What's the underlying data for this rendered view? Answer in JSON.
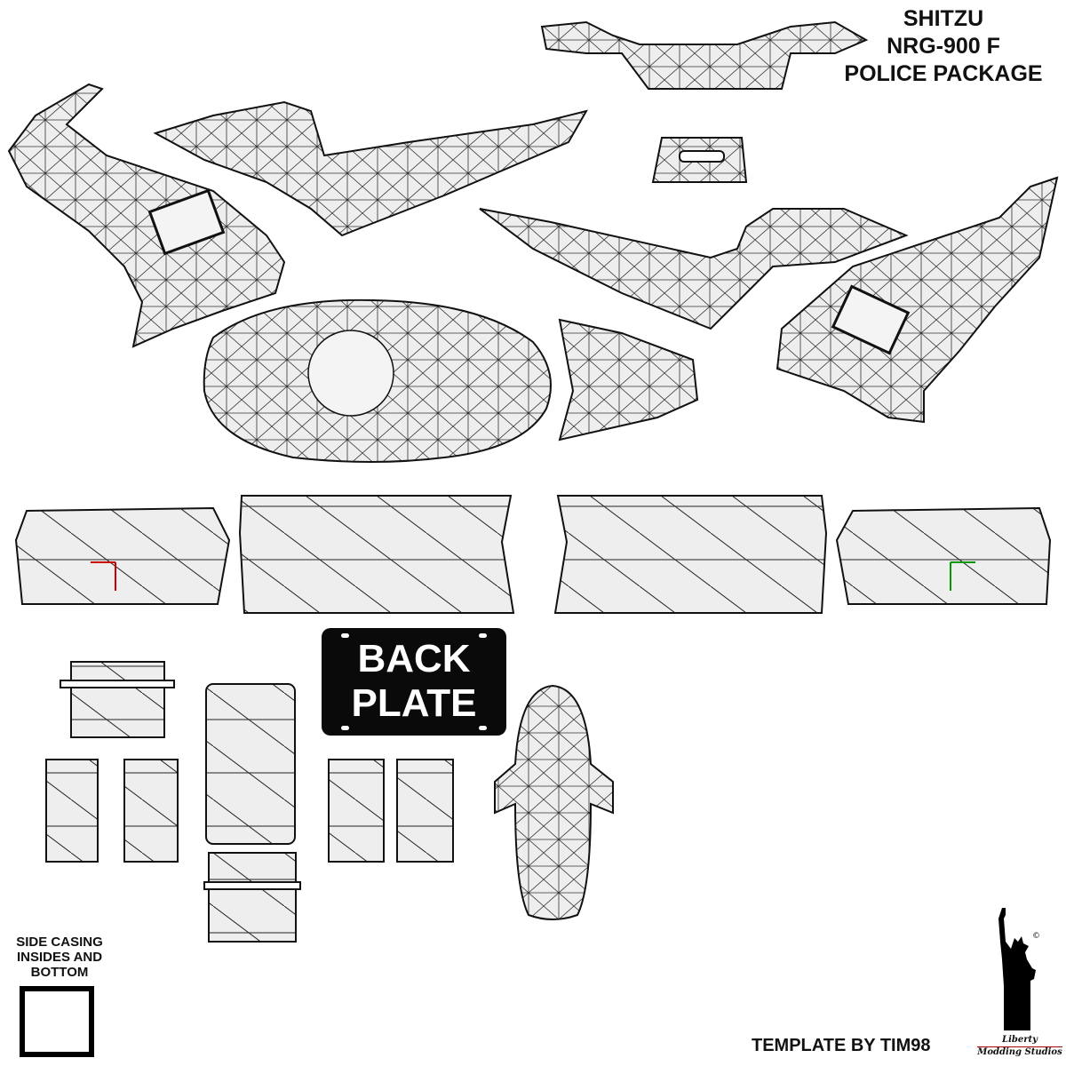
{
  "title": {
    "line1": "SHITZU",
    "line2": "NRG-900 F",
    "line3": "POLICE PACKAGE"
  },
  "back_plate": {
    "line1": "BACK",
    "line2": "PLATE"
  },
  "side_casing": {
    "line1": "SIDE CASING",
    "line2": "INSIDES AND",
    "line3": "BOTTOM"
  },
  "credit": "TEMPLATE BY TIM98",
  "logo": {
    "line1": "Liberty",
    "line2": "Modding Studios",
    "copyright": "©"
  },
  "colors": {
    "part_fill": "#eeeeee",
    "wire": "#111111",
    "plate": "#0a0a0a",
    "axis_red": "#cc0000",
    "axis_green": "#009900"
  }
}
